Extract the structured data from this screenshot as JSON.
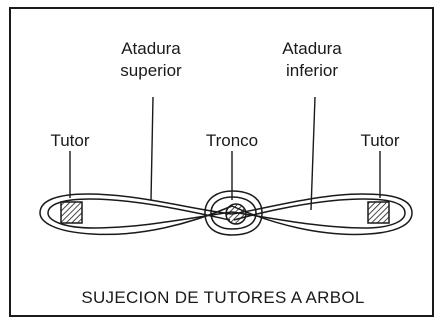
{
  "labels": {
    "upper_tie_line1": "Atadura",
    "upper_tie_line2": "superior",
    "lower_tie_line1": "Atadura",
    "lower_tie_line2": "inferior",
    "stake_left": "Tutor",
    "trunk": "Tronco",
    "stake_right": "Tutor"
  },
  "caption": "SUJECION DE TUTORES A ARBOL",
  "colors": {
    "line": "#1a1a1a",
    "background": "#ffffff"
  }
}
